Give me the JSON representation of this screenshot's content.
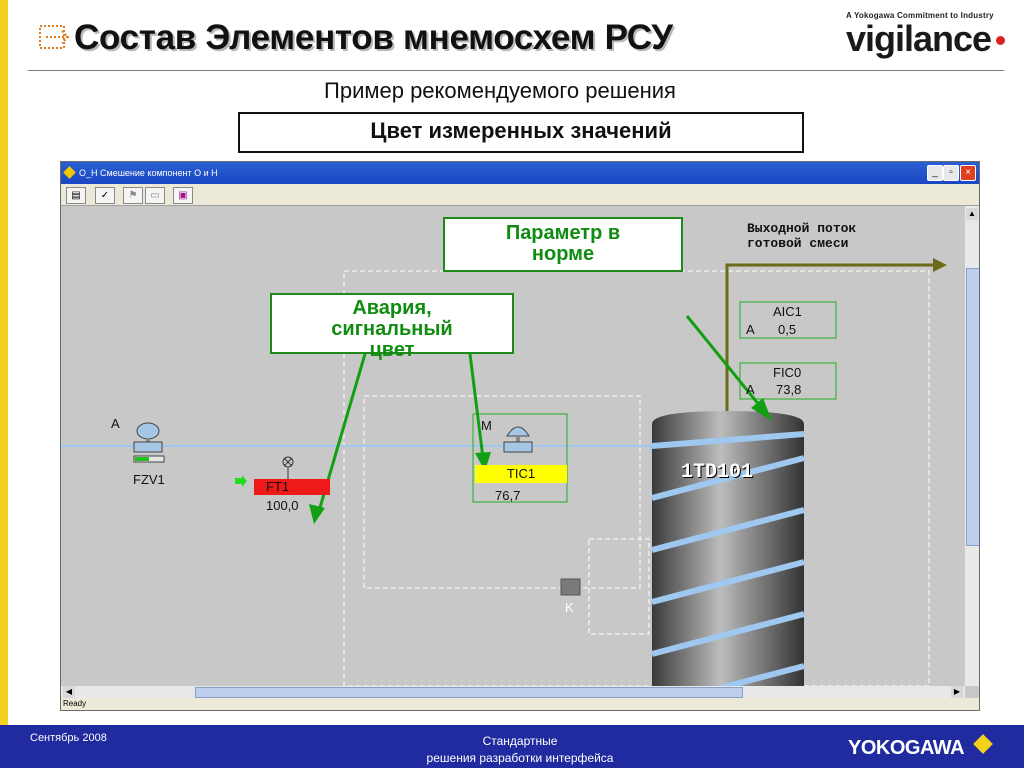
{
  "slide": {
    "title": "Состав Элементов мнемосхем РСУ",
    "subtitle": "Пример рекомендуемого решения",
    "boxed_heading": "Цвет измеренных значений",
    "logo_tagline": "A Yokogawa Commitment to Industry",
    "logo_word": "vigilance"
  },
  "window": {
    "title": "O_H Смешение компонент O и H",
    "status": "Ready",
    "toolbar": [
      "print-icon",
      "check-icon",
      "flag-icon",
      "folder-icon",
      "screen-icon"
    ]
  },
  "mimic": {
    "output_label_line1": "Выходной поток",
    "output_label_line2": "готовой смеси",
    "tank_label": "1TD101",
    "fzv1": {
      "mode": "A",
      "tag": "FZV1"
    },
    "ft1": {
      "tag": "FT1",
      "value": "100,0"
    },
    "tic1": {
      "mode": "M",
      "tag": "TIC1",
      "value": "76,7"
    },
    "aic1": {
      "tag": "AIC1",
      "mode": "A",
      "value": "0,5"
    },
    "fic0": {
      "tag": "FIC0",
      "mode": "A",
      "value": "73,8"
    },
    "k_label": "K"
  },
  "callouts": {
    "normal_line1": "Параметр в",
    "normal_line2": "норме",
    "alarm_line1": "Авария,",
    "alarm_line2": "сигнальный",
    "alarm_line3": "цвет"
  },
  "colors": {
    "alarm": "#ee1a1a",
    "warning": "#ffff00",
    "normal_flow": "#9ec8f0",
    "product_flow": "#6b6b1a",
    "callout_arrow": "#12a012"
  },
  "footer": {
    "date": "Сентябрь 2008",
    "center_line1": "Стандартные",
    "center_line2": "решения разработки интерфейса",
    "logo": "YOKOGAWA"
  }
}
